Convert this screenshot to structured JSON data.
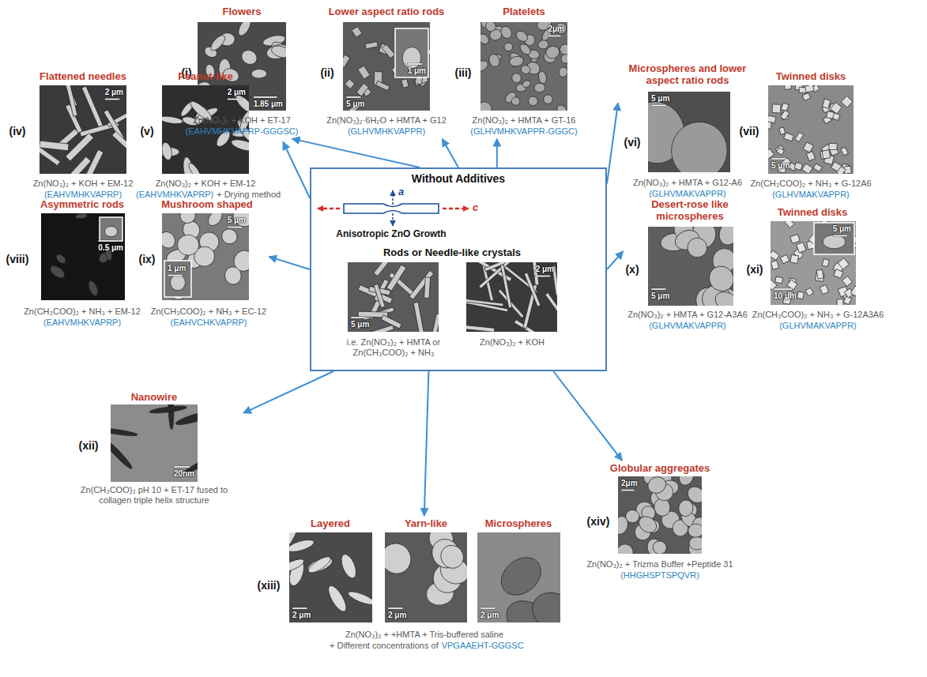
{
  "diagram": {
    "nodes": [
      {
        "text": [
          "Flowers",
          "(i)",
          "1.85 μm",
          "Zn(NO₃)₂ + KOH + ET-17",
          "(EAHVMHKVAPRP-GGGSC)"
        ]
      },
      {
        "text": [
          "Lower aspect ratio rods",
          "(ii)",
          "5 μm",
          "1 μm",
          "Zn(NO₃)₂·6H₂O + HMTA + G12",
          "(GLHVMHKVAPPR)"
        ]
      },
      {
        "text": [
          "Platelets",
          "(iii)",
          "2μm",
          "Zn(NO₃)₂ + HMTA + GT-16",
          "(GLHVMHKVAPPR-GGGC)"
        ]
      },
      {
        "text": [
          "Flattened needles",
          "(iv)",
          "2 μm",
          "Zn(NO₃)₂ + KOH + EM-12",
          "(EAHVMHKVAPRP)"
        ]
      },
      {
        "text": [
          "Peanut-like",
          "(v)",
          "2 μm",
          "Zn(NO₃)₂ + KOH + EM-12",
          "(EAHVMHKVAPRP)",
          "+ Drying method"
        ]
      },
      {
        "text": [
          "Microspheres and lower aspect ratio rods",
          "(vi)",
          "5 μm",
          "Zn(NO₃)₂ + HMTA + G12-A6",
          "(GLHVMAKVAPPR)"
        ]
      },
      {
        "text": [
          "Twinned disks",
          "(vii)",
          "5 μm",
          "Zn(CH₃COO)₂ + NH₃ + G-12A6",
          "(GLHVMAKVAPPR)"
        ]
      },
      {
        "text": [
          "Without Additives",
          "a",
          "c",
          "Anisotropic ZnO Growth",
          "Rods or Needle-like crystals",
          "5 μm",
          "2 μm",
          "i.e. Zn(NO₃)₂ + HMTA or Zn(CH₃COO)₂ + NH₃",
          "Zn(NO₃)₂ + KOH"
        ]
      },
      {
        "text": [
          "Asymmetric rods",
          "(viii)",
          "0.5 μm",
          "Zn(CH₃COO)₂ + NH₃ + EM-12",
          "(EAHVMHKVAPRP)"
        ]
      },
      {
        "text": [
          "Mushroom shaped",
          "(ix)",
          "5 μm",
          "1 μm",
          "Zn(CH₃COO)₂ + NH₃ + EC-12",
          "(EAHVCHKVAPRP)"
        ]
      },
      {
        "text": [
          "Desert-rose like microspheres",
          "(x)",
          "5 μm",
          "Zn(NO₃)₂ + HMTA + G12-A3A6",
          "(GLHVMAKVAPPR)"
        ]
      },
      {
        "text": [
          "Twinned disks",
          "(xi)",
          "5 μm",
          "10 μm",
          "Zn(CH₃COO)₂ + NH₃ + G-12A3A6",
          "(GLHVMAKVAPPR)"
        ]
      },
      {
        "text": [
          "Nanowire",
          "(xii)",
          "20nm",
          "Zn(CH₃COO)₂ pH 10 + ET-17 fused to collagen triple helix structure"
        ]
      },
      {
        "text": [
          "Layered",
          "Yarn-like",
          "Microspheres",
          "(xiii)",
          "2 μm",
          "2 μm",
          "2 μm",
          "Zn(NO₃)₂ + +HMTA + Tris-buffered saline",
          "+ Different concentrations of",
          "VPGAAEHT-GGGSC"
        ]
      },
      {
        "text": [
          "Globular aggregates",
          "(xiv)",
          "2μm",
          "Zn(NO₃)₂ + Trizma Buffer +Peptide 31",
          "(HHGHSPTSPQVR)"
        ]
      }
    ],
    "edges": [
      {
        "from": 7,
        "to": 0,
        "arrow": "to"
      },
      {
        "from": 7,
        "to": 1,
        "arrow": "to"
      },
      {
        "from": 7,
        "to": 2,
        "arrow": "to"
      },
      {
        "from": 7,
        "to": 4,
        "arrow": "to"
      },
      {
        "from": 7,
        "to": 5,
        "arrow": "to"
      },
      {
        "from": 7,
        "to": 9,
        "arrow": "to"
      },
      {
        "from": 7,
        "to": 10,
        "arrow": "to"
      },
      {
        "from": 7,
        "to": 12,
        "arrow": "to"
      },
      {
        "from": 7,
        "to": 13,
        "arrow": "to"
      },
      {
        "from": 7,
        "to": 14,
        "arrow": "to"
      }
    ]
  }
}
